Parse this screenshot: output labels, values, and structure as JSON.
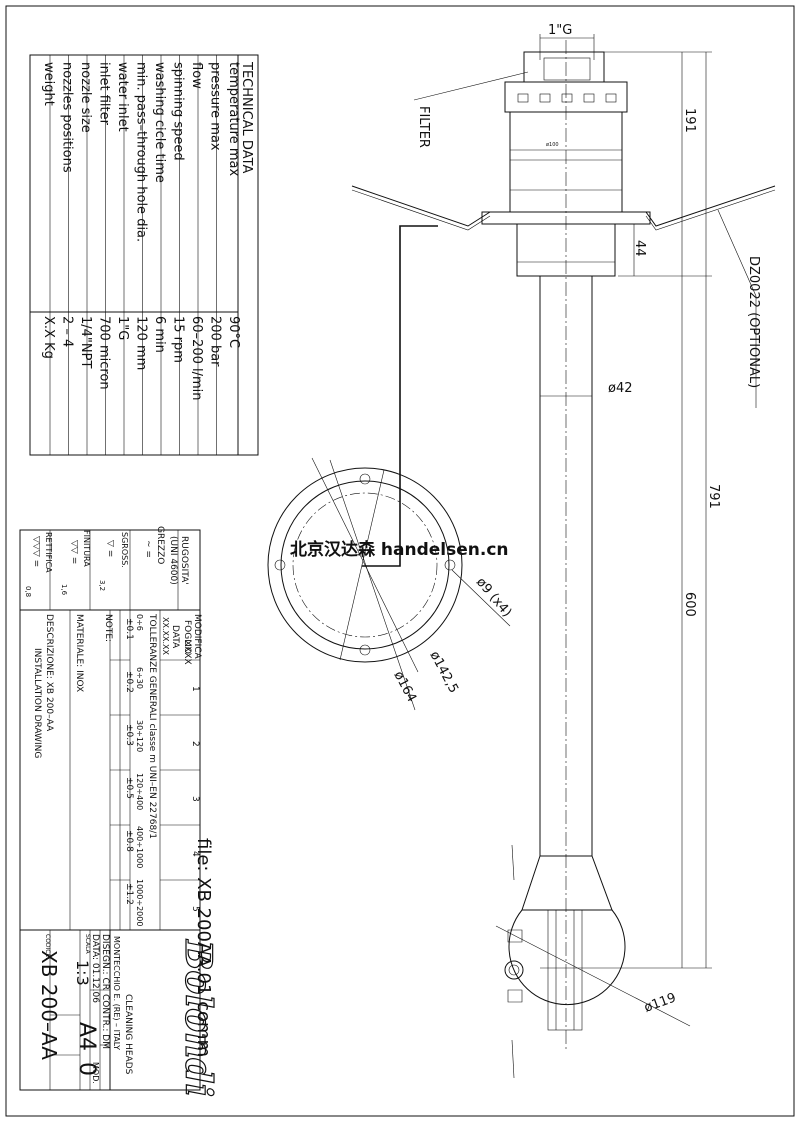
{
  "tech_table": {
    "title": "TECHNICAL DATA",
    "rows": [
      {
        "label": "temperature max",
        "value": "90°C"
      },
      {
        "label": "pressure max",
        "value": "200 bar"
      },
      {
        "label": "flow",
        "value": "60–200 l/min"
      },
      {
        "label": "spinning speed",
        "value": "15 rpm"
      },
      {
        "label": "washing cicle time",
        "value": "6 min"
      },
      {
        "label": "min. pass–through hole dia.",
        "value": "120 mm"
      },
      {
        "label": "water inlet",
        "value": "1\"G"
      },
      {
        "label": "inlet filter",
        "value": "700 micron"
      },
      {
        "label": "nozzle size",
        "value": "1/4\"NPT"
      },
      {
        "label": "nozzles positions",
        "value": "2 – 4"
      },
      {
        "label": "weight",
        "value": "X.X Kg"
      }
    ]
  },
  "title_block": {
    "rugosita": "RUGOSITA'",
    "uni": "(UNI 4600)",
    "grezzo": "GREZZO",
    "tilde_eq": "∼ =",
    "sgross": "SGROSS.",
    "tri1": "▽ =",
    "tri1_val": "3,2",
    "finitura": "FINITURA",
    "tri2": "▽▽ =",
    "tri2_val": "1,6",
    "rettifica": "RETTIFICA",
    "tri3": "▽▽▽ =",
    "tri3_val": "0,8",
    "modifica": "MODIFICA",
    "foglio": "FOGLIO",
    "foglio_val": "XXXX",
    "data": "DATA",
    "data_val": "XX.XX.XX",
    "col_nums": [
      "1",
      "2",
      "3",
      "4",
      "5"
    ],
    "tolleranze": "TOLLERANZE GENERALI classe m UNI–EN 22768/1",
    "tol_ranges": [
      "0÷6",
      "6÷30",
      "30÷120",
      "120÷400",
      "400÷1000",
      "1000÷2000"
    ],
    "tol_values": [
      "±0.1",
      "±0.2",
      "±0.3",
      "±0.5",
      "±0.8",
      "±1.2"
    ],
    "note": "NOTE:",
    "materiale": "MATERIALE:  INOX",
    "descrizione": "DESCRIZIONE: XB 200–AA",
    "descrizione2": "INSTALLATION DRAWING",
    "brand": "Bolondi",
    "brand_sub": "CLEANING HEADS",
    "address": "MONTECCHIO E. (RE) – ITALY",
    "disegn": "DISEGN.: CR",
    "contr": "CONTR.: DM",
    "data_label": "DATA: 01.12.06",
    "mod": "MOD.",
    "scala": "SCALA",
    "scala_val": "1:3",
    "format": "A4",
    "mod_val": "0",
    "codice": "CODICE:",
    "codice_val": "XB 200–AA"
  },
  "file_label": "file: XB 200AA.01 comm",
  "dimensions": {
    "inlet": "1\"G",
    "filter": "FILTER",
    "d191": "191",
    "d44": "44",
    "d42": "ø42",
    "d791": "791",
    "d600": "600",
    "d119": "ø119",
    "option": "DZ0022 (OPTIONAL)",
    "d9": "ø9 (x4)",
    "d1425": "ø142,5",
    "d164": "ø164",
    "phi100": "ø100"
  },
  "watermark": "北京汉达森 handelsen.cn"
}
